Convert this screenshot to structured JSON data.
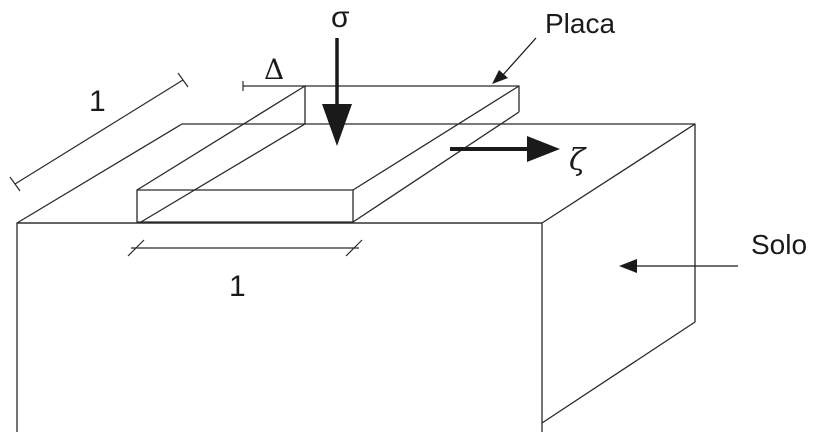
{
  "labels": {
    "sigma": "σ",
    "placa": "Placa",
    "delta": "Δ",
    "zeta": "ζ",
    "solo": "Solo",
    "dim_depth": "1",
    "dim_width": "1"
  }
}
